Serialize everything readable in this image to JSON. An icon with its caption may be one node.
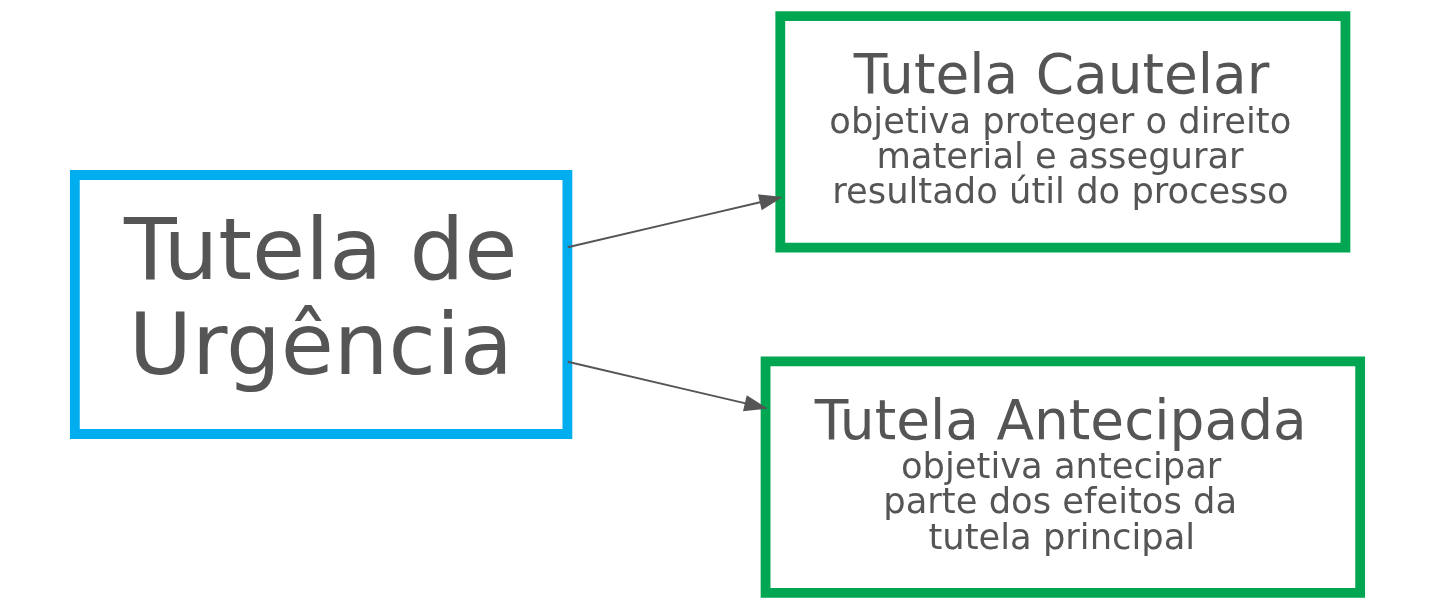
{
  "diagram": {
    "nodes": [
      {
        "text": [
          "Tutela de Urgência"
        ]
      },
      {
        "text": [
          "Tutela Cautelar",
          "objetiva proteger o direito material e assegurar resultado útil do processo"
        ]
      },
      {
        "text": [
          "Tutela Antecipada",
          "objetiva antecipar parte dos efeitos da tutela principal"
        ]
      }
    ],
    "edges": [
      {
        "from": 0,
        "to": 1,
        "arrow": "to"
      },
      {
        "from": 0,
        "to": 2,
        "arrow": "to"
      }
    ]
  }
}
